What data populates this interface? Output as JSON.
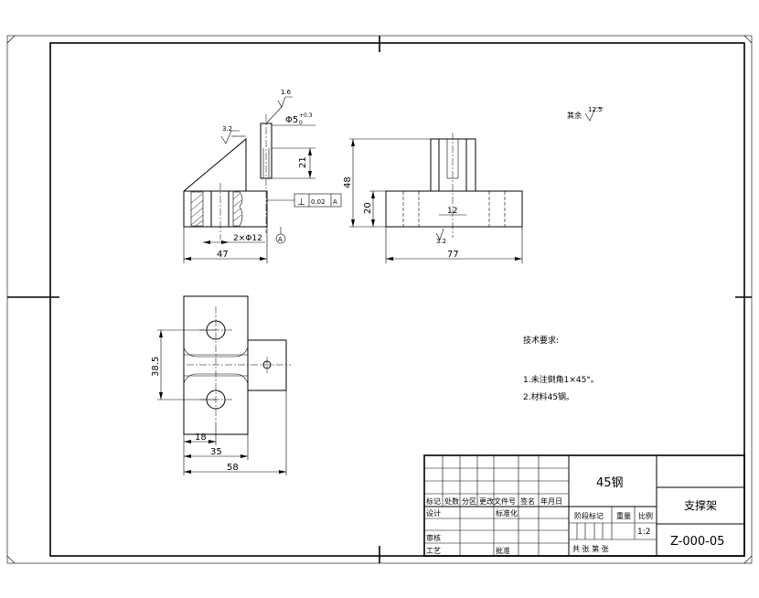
{
  "views": {
    "front": {
      "dim_width": "47",
      "dim_height": "21",
      "dim_holes": "2×Φ12",
      "roughness_top": "1.6",
      "roughness_left": "3.2",
      "pin_dia": "Φ5",
      "tol_upper": "+0.3",
      "tol_lower": "0",
      "perp_symbol": "⊥",
      "perp_value": "0.02",
      "datum": "A"
    },
    "side": {
      "dim_width": "77",
      "dim_height": "48",
      "dim_base": "20",
      "dim_slot": "12",
      "roughness": "3.2"
    },
    "top": {
      "dim_pitch": "38.5",
      "dim_18": "18",
      "dim_35": "35",
      "dim_58": "58"
    }
  },
  "other_roughness": {
    "label": "其余",
    "value": "12.5"
  },
  "notes": {
    "title": "技术要求:",
    "line1": "1.未注倒角1×45°。",
    "line2": "2.材料45钢。"
  },
  "title_block": {
    "material": "45钢",
    "part_name": "支撑架",
    "drawing_no": "Z-000-05",
    "scale": "1:2",
    "h_mark": "标记",
    "h_count": "处数",
    "h_zone": "分区",
    "h_doc": "更改文件号",
    "h_sign": "签名",
    "h_date": "年月日",
    "h_design": "设计",
    "h_std": "标准化",
    "h_stage": "阶段标记",
    "h_weight": "重量",
    "h_ratio": "比例",
    "h_review": "审核",
    "h_process": "工艺",
    "h_approve": "批准",
    "h_sheets": "共  张 第  张"
  }
}
